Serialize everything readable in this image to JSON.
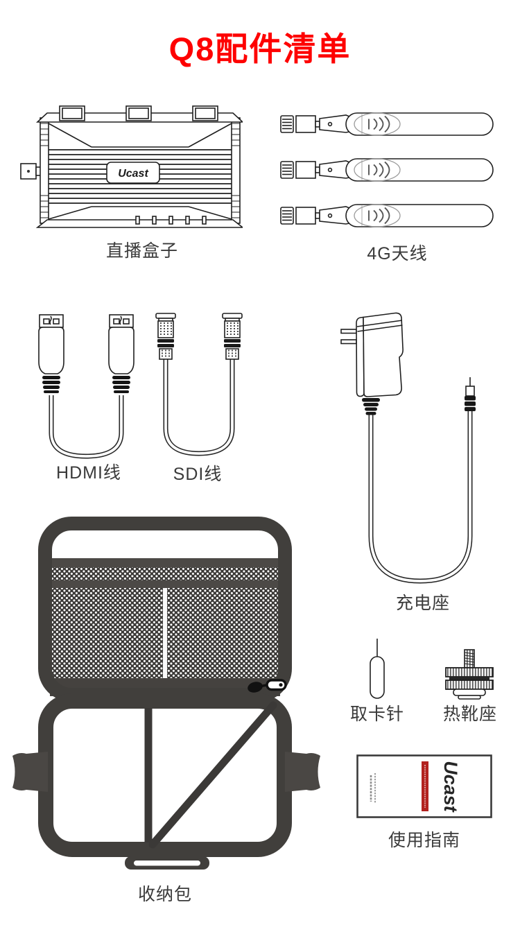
{
  "page": {
    "title": "Q8配件清单"
  },
  "brand": {
    "logo_text": "Ucast"
  },
  "items": {
    "live_box": {
      "label": "直播盒子",
      "logo": "Ucast"
    },
    "antenna_4g": {
      "label": "4G天线",
      "count": "3"
    },
    "hdmi_cable": {
      "label": "HDMI线"
    },
    "sdi_cable": {
      "label": "SDI线"
    },
    "power_adapter": {
      "label": "充电座"
    },
    "storage_bag": {
      "label": "收纳包"
    },
    "sim_pin": {
      "label": "取卡针"
    },
    "hot_shoe": {
      "label": "热靴座"
    },
    "user_guide": {
      "label": "使用指南",
      "logo": "Ucast"
    }
  },
  "colors": {
    "accent_red": "#fe0000",
    "line_art": "#1f1f1f",
    "label_text": "#3a3a3a",
    "bag_dark": "#413f3c",
    "guide_stripe_red": "#b2221f"
  }
}
